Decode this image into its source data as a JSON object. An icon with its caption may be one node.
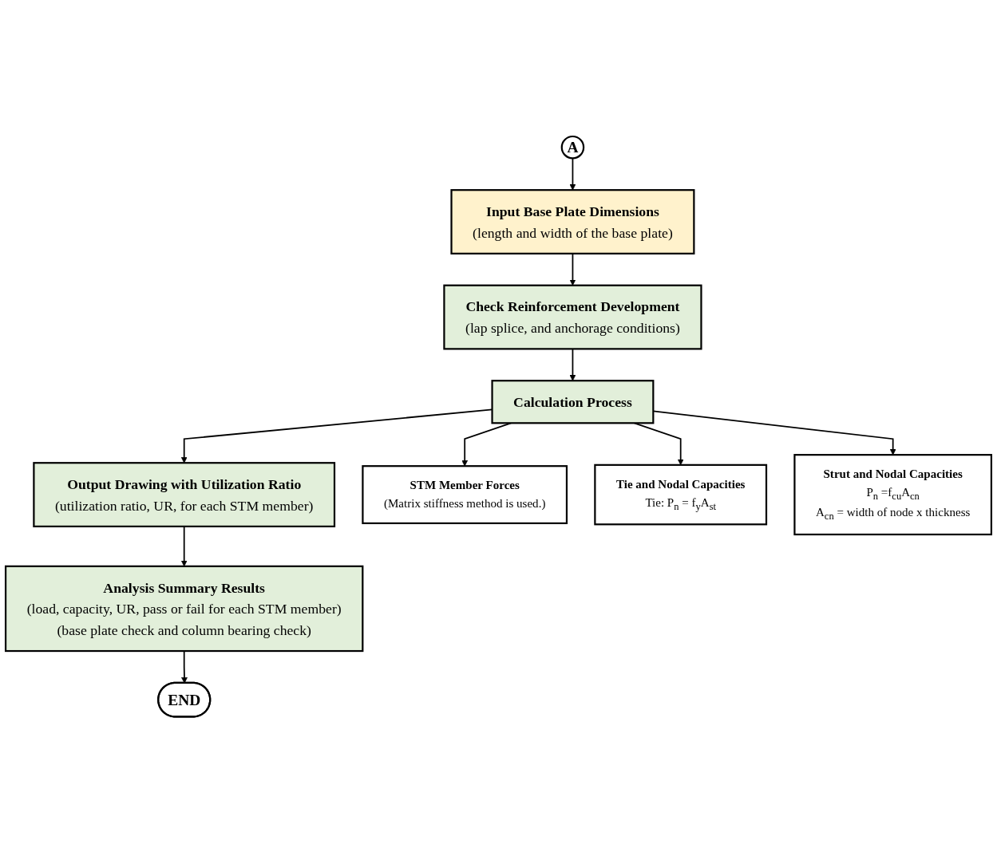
{
  "diagram": {
    "nodes": [
      {
        "text": [
          "A"
        ]
      },
      {
        "text": [
          "Input Base Plate Dimensions",
          "(length and width of the base plate)"
        ]
      },
      {
        "text": [
          "Check Reinforcement Development",
          "(lap splice, and anchorage conditions)"
        ]
      },
      {
        "text": [
          "Calculation Process"
        ]
      },
      {
        "text": [
          "Output Drawing with Utilization Ratio",
          "(utilization ratio, UR, for each STM member)"
        ]
      },
      {
        "text": [
          "Analysis Summary Results",
          "(load, capacity, UR, pass or fail for each STM member)",
          "(base plate check and column bearing check)"
        ]
      },
      {
        "text": [
          "END"
        ]
      },
      {
        "text": [
          "STM Member Forces",
          "(Matrix stiffness method is used.)"
        ]
      },
      {
        "text": [
          "Tie and Nodal Capacities",
          "Tie:  P$_{n}$ = f$_{y}$A$_{st}$"
        ]
      },
      {
        "text": [
          "Strut and Nodal Capacities",
          "P$_{n}$ =f$_{cu}$A$_{cn}$",
          "A$_{cn}$ = width of node x thickness"
        ]
      }
    ],
    "edges": [
      {
        "from": 0,
        "to": 1,
        "arrow": "to"
      },
      {
        "from": 1,
        "to": 2,
        "arrow": "to"
      },
      {
        "from": 2,
        "to": 3,
        "arrow": "to"
      },
      {
        "from": 3,
        "to": 4,
        "arrow": "to"
      },
      {
        "from": 4,
        "to": 5,
        "arrow": "to"
      },
      {
        "from": 5,
        "to": 6,
        "arrow": "to"
      },
      {
        "from": 3,
        "to": 7,
        "arrow": "to"
      },
      {
        "from": 3,
        "to": 8,
        "arrow": "to"
      },
      {
        "from": 3,
        "to": 9,
        "arrow": "to"
      }
    ]
  }
}
